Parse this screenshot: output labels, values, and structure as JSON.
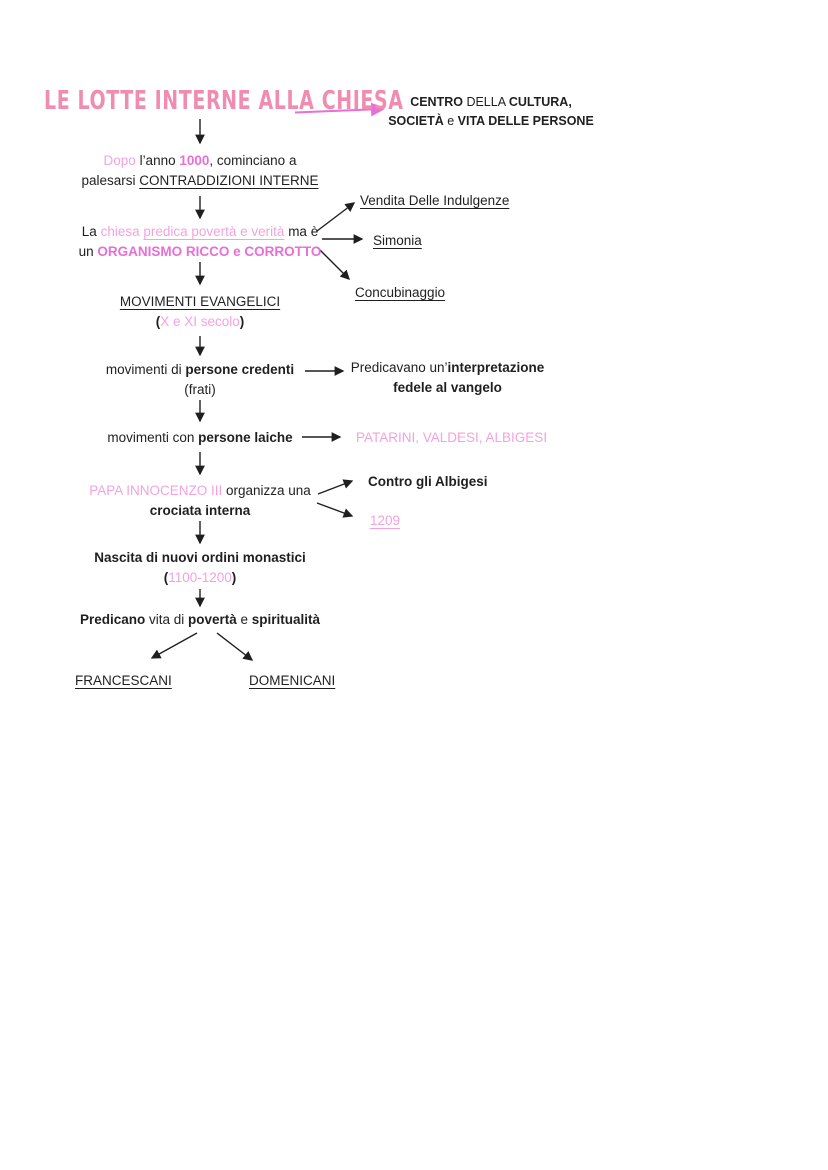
{
  "colors": {
    "title_pink": "#f08caf",
    "magenta": "#e86ed8",
    "light_pink": "#f4a2de",
    "ink": "#1f1f1f"
  },
  "title": {
    "text": "LE LOTTE INTERNE ALLA CHIESA"
  },
  "center_role": {
    "seg1": "CENTRO",
    "seg2": " DELLA ",
    "seg3": "CULTURA,",
    "seg4": "SOCIETÀ",
    "seg5": " e ",
    "seg6": "VITA DELLE PERSONE"
  },
  "after_1000": {
    "seg1": "Dopo",
    "seg2": " l’anno ",
    "seg3": "1000",
    "seg4": ", cominciano a",
    "seg5": "palesarsi ",
    "seg6": "CONTRADDIZIONI INTERNE"
  },
  "church_paradox": {
    "seg1": "La ",
    "seg2": "chiesa ",
    "seg3": "predica povertà e verità",
    "seg4": " ma è",
    "seg5": "un ",
    "seg6": "ORGANISMO RICCO e CORROTTO"
  },
  "corruptions": {
    "item1": "Vendita Delle Indulgenze",
    "item2": "Simonia",
    "item3": "Concubinaggio"
  },
  "evangelical_movements": {
    "line1": "MOVIMENTI EVANGELICI",
    "paren_open": "(",
    "period": "X e XI secolo",
    "paren_close": ")"
  },
  "believers": {
    "seg1": "movimenti di ",
    "seg2": "persone credenti",
    "seg3": "(frati)"
  },
  "preaching": {
    "seg1": "Predicavano un’",
    "seg2": "interpretazione",
    "seg3": "fedele al vangelo"
  },
  "laypeople": {
    "seg1": "movimenti con ",
    "seg2": "persone laiche"
  },
  "lay_groups": {
    "text": "PATARINI, VALDESI, ALBIGESI"
  },
  "crusade": {
    "seg1": "PAPA INNOCENZO III",
    "seg2": " organizza una",
    "seg3": "crociata interna"
  },
  "against_albigesi": {
    "text": "Contro gli Albigesi"
  },
  "crusade_year": {
    "text": "1209"
  },
  "new_orders": {
    "line1": "Nascita di nuovi ordini monastici",
    "paren_open": "(",
    "period": "1100-1200",
    "paren_close": ")"
  },
  "preach_life": {
    "seg1": "Predicano",
    "seg2": " vita di ",
    "seg3": "povertà",
    "seg4": " e ",
    "seg5": "spiritualità"
  },
  "orders": {
    "left": "FRANCESCANI",
    "right": "DOMENICANI"
  }
}
